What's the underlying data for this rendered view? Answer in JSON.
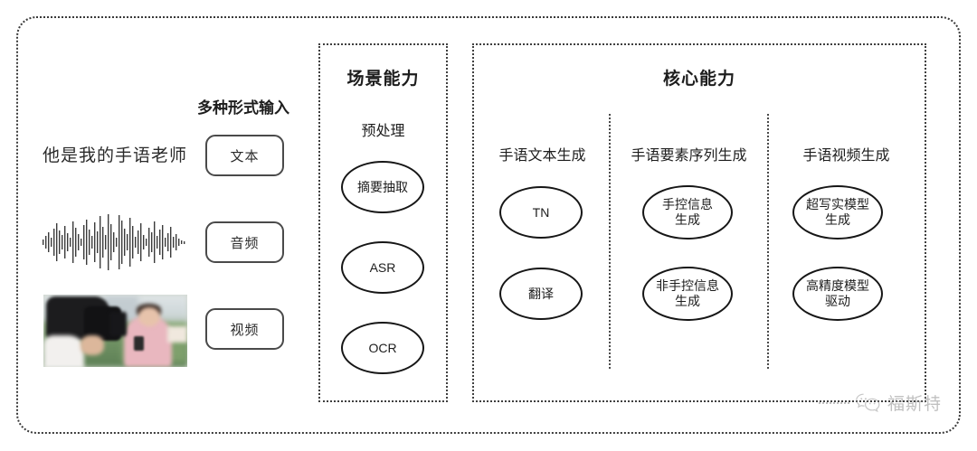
{
  "diagram": {
    "input_section": {
      "heading": "多种形式输入",
      "sample_text": "他是我的手语老师",
      "modalities": [
        {
          "label": "文本",
          "icon": "text-icon"
        },
        {
          "label": "音频",
          "icon": "waveform-icon"
        },
        {
          "label": "视频",
          "icon": "video-thumbnail-icon"
        }
      ]
    },
    "scene_panel": {
      "title": "场景能力",
      "subtitle": "预处理",
      "nodes": [
        {
          "label": "摘要抽取"
        },
        {
          "label": "ASR"
        },
        {
          "label": "OCR"
        }
      ]
    },
    "core_panel": {
      "title": "核心能力",
      "columns": [
        {
          "heading": "手语文本生成",
          "nodes": [
            {
              "line1": "TN",
              "line2": ""
            },
            {
              "line1": "翻译",
              "line2": ""
            }
          ]
        },
        {
          "heading": "手语要素序列生成",
          "nodes": [
            {
              "line1": "手控信息",
              "line2": "生成"
            },
            {
              "line1": "非手控信息",
              "line2": "生成"
            }
          ]
        },
        {
          "heading": "手语视频生成",
          "nodes": [
            {
              "line1": "超写实模型",
              "line2": "生成"
            },
            {
              "line1": "高精度模型",
              "line2": "驱动"
            }
          ]
        }
      ]
    },
    "watermark": {
      "text": "福斯特",
      "icon": "wechat-icon"
    },
    "colors": {
      "background": "#ffffff",
      "text": "#1d1d1d",
      "node_stroke": "#161616",
      "panel_stroke": "#3f3f3f",
      "watermark": "#8d8d8d"
    }
  }
}
